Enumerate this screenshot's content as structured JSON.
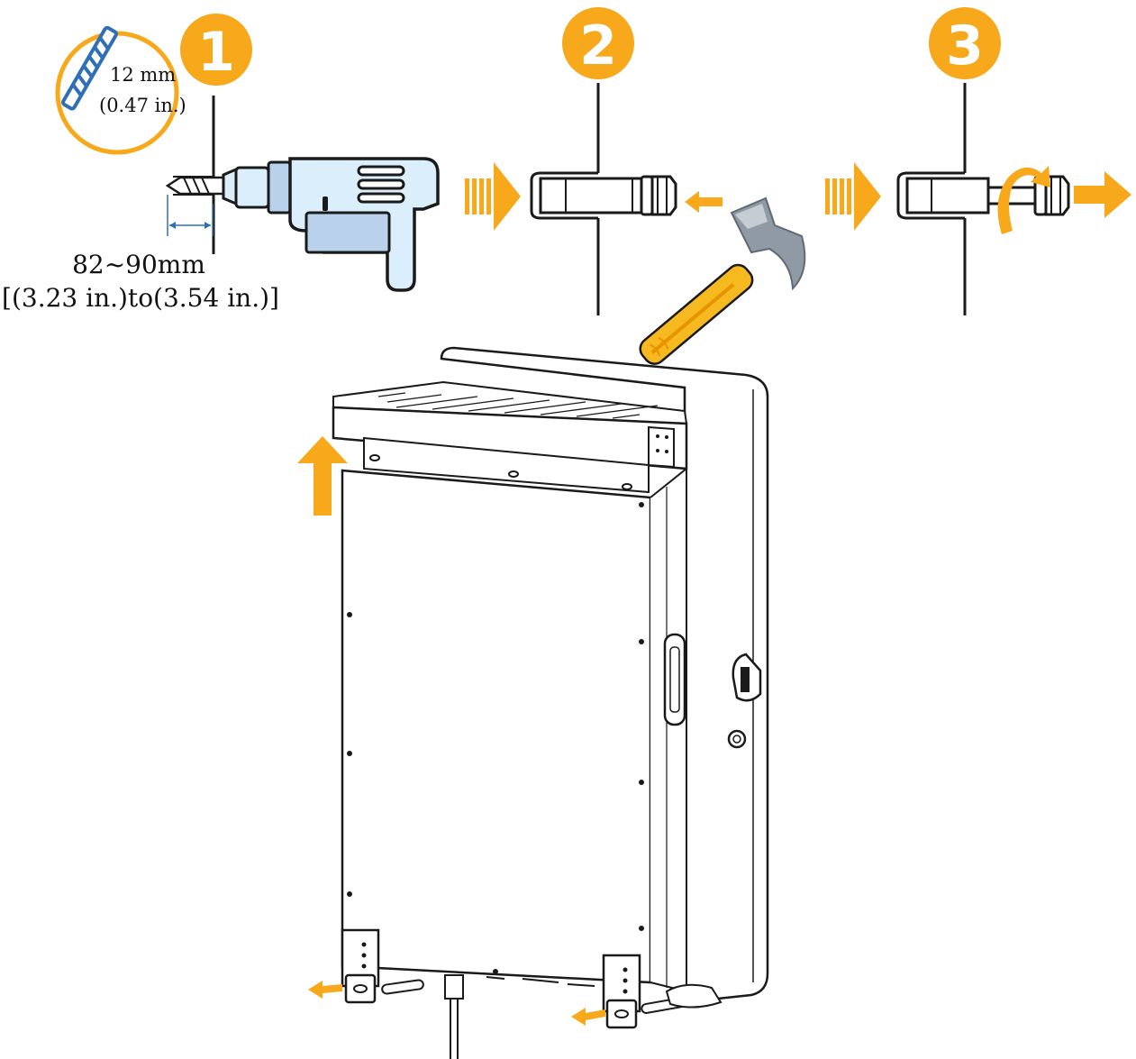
{
  "steps": [
    {
      "number": "1"
    },
    {
      "number": "2"
    },
    {
      "number": "3"
    }
  ],
  "drill_bit": {
    "diameter_mm": "12 mm",
    "diameter_in": "(0.47 in.)"
  },
  "hole_depth": {
    "mm": "82~90mm",
    "inches": "[(3.23 in.)to(3.54 in.)]"
  },
  "colors": {
    "accent": "#f7a81b",
    "bit_blue": "#2f6fb5",
    "drill_body": "#dbeefb",
    "drill_grip": "#b9d1ea",
    "hammer_handle": "#f6b91f",
    "hammer_head": "#8f9aa5",
    "line": "#1a1a1a"
  },
  "icons": [
    "drill-icon",
    "hammer-icon",
    "rotate-arrow-icon",
    "direction-arrow-icon",
    "inverter-icon"
  ]
}
